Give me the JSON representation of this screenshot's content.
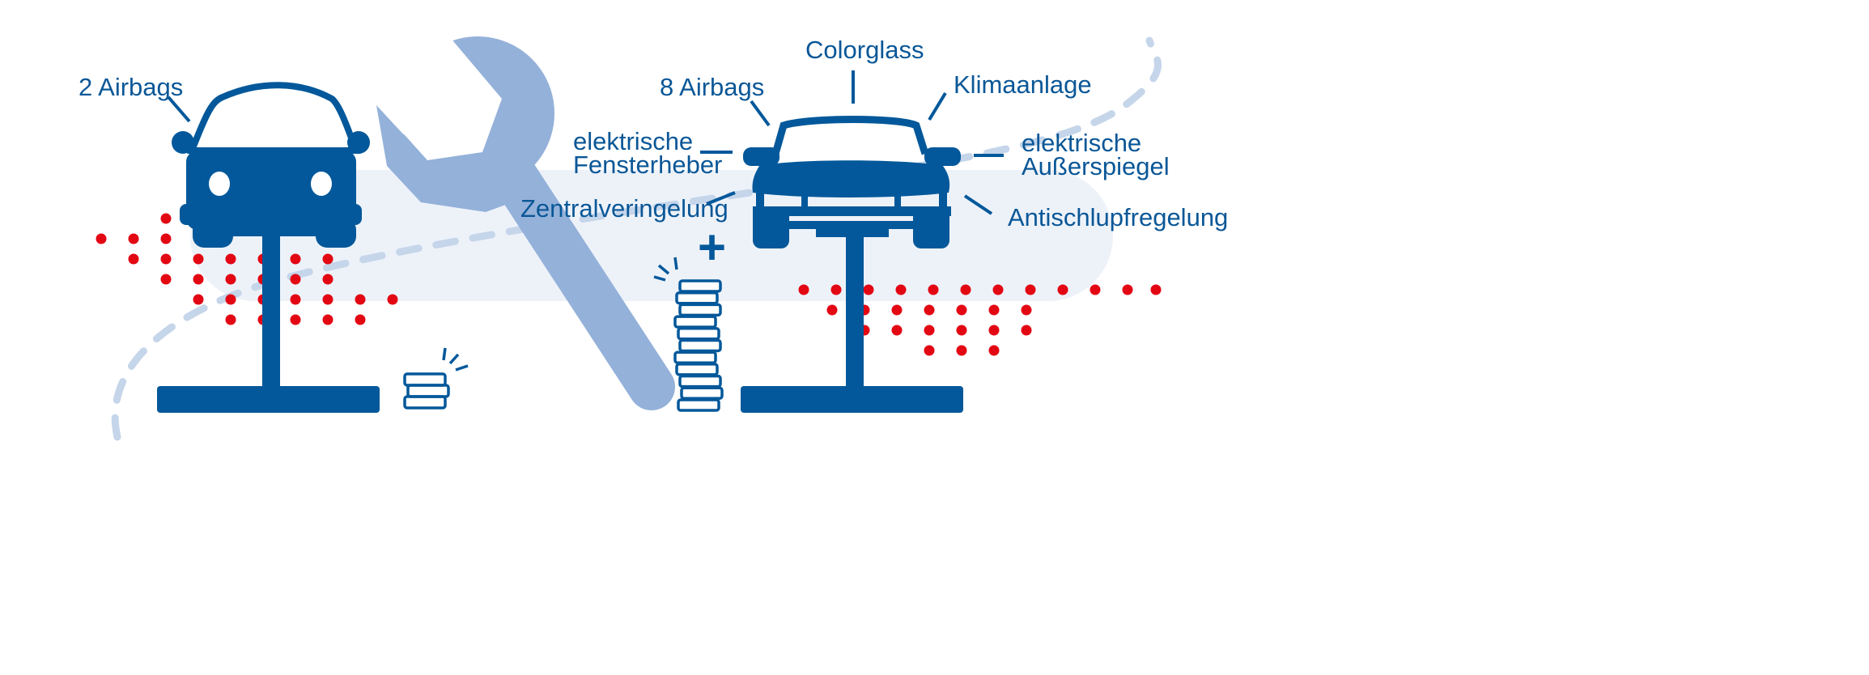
{
  "left_car": {
    "labels": {
      "airbags": "2 Airbags"
    }
  },
  "right_car": {
    "labels": {
      "colorglass": "Colorglass",
      "airbags": "8 Airbags",
      "klima": "Klimaanlage",
      "fenster_1": "elektrische",
      "fenster_2": "Fensterheber",
      "spiegel_1": "elektrische",
      "spiegel_2": "Außerspiegel",
      "zentral": "Zentralveringelung",
      "antischlupf": "Antischlupfregelung"
    }
  },
  "plus_sign": "+",
  "colors": {
    "dark_blue": "#02589a",
    "wrench_blue": "#94b1d9",
    "band": "#edf2f9",
    "dash": "#c5d5ea",
    "dots": "#e30613"
  },
  "icons": [
    "wrench-icon",
    "car-icon",
    "lift-icon",
    "coin-stack-icon"
  ]
}
